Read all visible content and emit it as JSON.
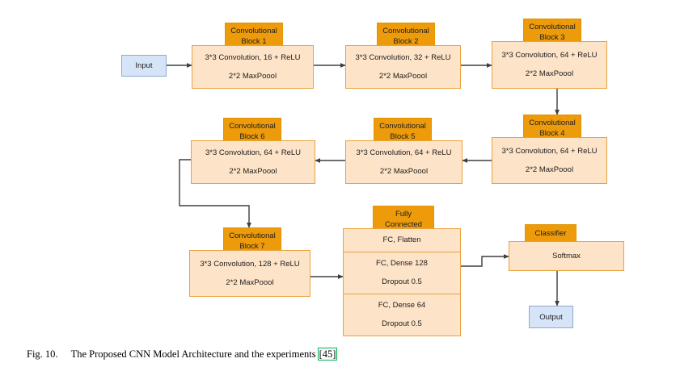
{
  "figure": {
    "number_label": "Fig. 10.",
    "caption_text": "The Proposed CNN Model Architecture and the experiments",
    "citation": "[45]"
  },
  "colors": {
    "header_fill": "#ED9B0B",
    "header_border": "#E09400",
    "body_fill": "#FDE3C8",
    "body_border": "#E8A33D",
    "io_fill": "#D6E4F7",
    "io_border": "#8EA9CE",
    "arrow": "#3f3f3f",
    "citation_box": "#00B050"
  },
  "io": {
    "input_label": "Input",
    "output_label": "Output"
  },
  "conv_blocks": [
    {
      "id": "block1",
      "header_line1": "Convolutional",
      "header_line2": "Block 1",
      "conv_label": "3*3 Convolution, 16 + ReLU",
      "pool_label": "2*2 MaxPoool"
    },
    {
      "id": "block2",
      "header_line1": "Convolutional",
      "header_line2": "Block 2",
      "conv_label": "3*3 Convolution, 32 + ReLU",
      "pool_label": "2*2 MaxPoool"
    },
    {
      "id": "block3",
      "header_line1": "Convolutional",
      "header_line2": "Block 3",
      "conv_label": "3*3 Convolution, 64 + ReLU",
      "pool_label": "2*2 MaxPoool"
    },
    {
      "id": "block4",
      "header_line1": "Convolutional",
      "header_line2": "Block 4",
      "conv_label": "3*3 Convolution, 64 + ReLU",
      "pool_label": "2*2 MaxPoool"
    },
    {
      "id": "block5",
      "header_line1": "Convolutional",
      "header_line2": "Block 5",
      "conv_label": "3*3 Convolution, 64 + ReLU",
      "pool_label": "2*2 MaxPoool"
    },
    {
      "id": "block6",
      "header_line1": "Convolutional",
      "header_line2": "Block 6",
      "conv_label": "3*3 Convolution, 64 + ReLU",
      "pool_label": "2*2 MaxPoool"
    },
    {
      "id": "block7",
      "header_line1": "Convolutional",
      "header_line2": "Block 7",
      "conv_label": "3*3 Convolution, 128 + ReLU",
      "pool_label": "2*2 MaxPoool"
    }
  ],
  "fully_connected": {
    "header_line1": "Fully",
    "header_line2": "Connected",
    "sections": [
      {
        "line1": "FC, Flatten",
        "line2": ""
      },
      {
        "line1": "FC, Dense 128",
        "line2": "Dropout 0.5"
      },
      {
        "line1": "FC, Dense 64",
        "line2": "Dropout 0.5"
      }
    ]
  },
  "classifier": {
    "header_line1": "Classifier",
    "body_label": "Softmax"
  }
}
